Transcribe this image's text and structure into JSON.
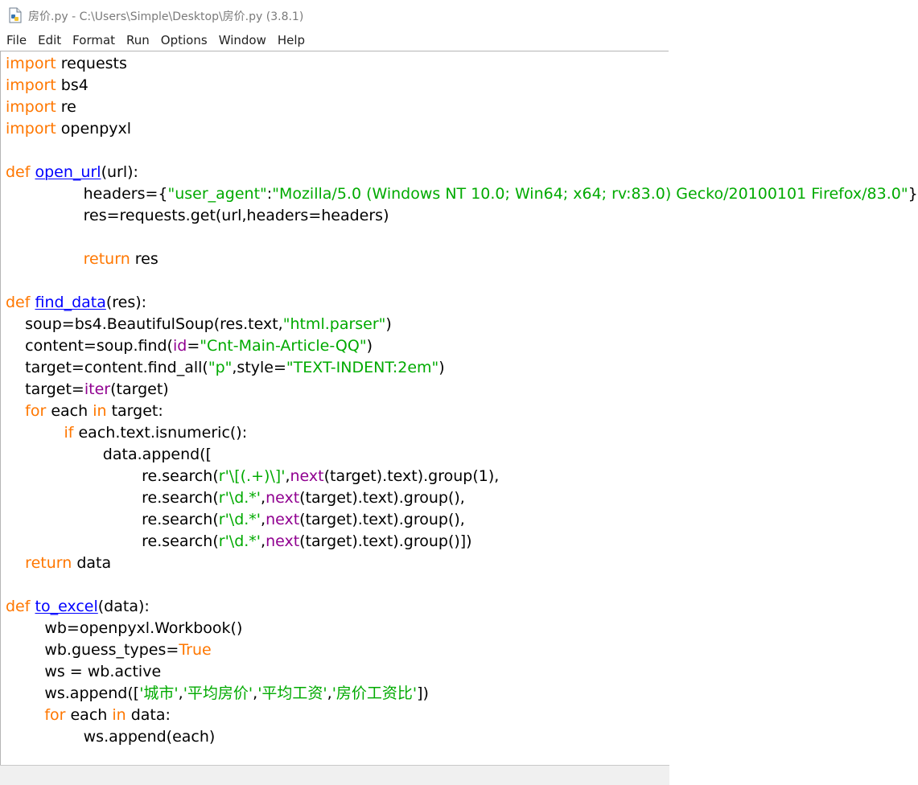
{
  "window": {
    "title": "房价.py - C:\\Users\\Simple\\Desktop\\房价.py (3.8.1)"
  },
  "menu": [
    "File",
    "Edit",
    "Format",
    "Run",
    "Options",
    "Window",
    "Help"
  ],
  "colors": {
    "keyword": "#ff7700",
    "definition": "#0000ff",
    "string": "#00aa00",
    "builtin": "#900090",
    "default": "#000000"
  },
  "code": [
    [
      [
        "kw",
        "import"
      ],
      [
        "t",
        " requests"
      ]
    ],
    [
      [
        "kw",
        "import"
      ],
      [
        "t",
        " bs4"
      ]
    ],
    [
      [
        "kw",
        "import"
      ],
      [
        "t",
        " re"
      ]
    ],
    [
      [
        "kw",
        "import"
      ],
      [
        "t",
        " openpyxl"
      ]
    ],
    [],
    [
      [
        "kw",
        "def"
      ],
      [
        "t",
        " "
      ],
      [
        "fn",
        "open_url"
      ],
      [
        "t",
        "(url):"
      ]
    ],
    [
      [
        "t",
        "                headers={"
      ],
      [
        "str",
        "\"user_agent\""
      ],
      [
        "t",
        ":"
      ],
      [
        "str",
        "\"Mozilla/5.0 (Windows NT 10.0; Win64; x64; rv:83.0) Gecko/20100101 Firefox/83.0\""
      ],
      [
        "t",
        "}"
      ]
    ],
    [
      [
        "t",
        "                res=requests.get(url,headers=headers)"
      ]
    ],
    [],
    [
      [
        "t",
        "                "
      ],
      [
        "kw",
        "return"
      ],
      [
        "t",
        " res"
      ]
    ],
    [],
    [
      [
        "kw",
        "def"
      ],
      [
        "t",
        " "
      ],
      [
        "fn",
        "find_data"
      ],
      [
        "t",
        "(res):"
      ]
    ],
    [
      [
        "t",
        "    soup=bs4.BeautifulSoup(res.text,"
      ],
      [
        "str",
        "\"html.parser\""
      ],
      [
        "t",
        ")"
      ]
    ],
    [
      [
        "t",
        "    content=soup.find("
      ],
      [
        "bi",
        "id"
      ],
      [
        "t",
        "="
      ],
      [
        "str",
        "\"Cnt-Main-Article-QQ\""
      ],
      [
        "t",
        ")"
      ]
    ],
    [
      [
        "t",
        "    target=content.find_all("
      ],
      [
        "str",
        "\"p\""
      ],
      [
        "t",
        ",style="
      ],
      [
        "str",
        "\"TEXT-INDENT:2em\""
      ],
      [
        "t",
        ")"
      ]
    ],
    [
      [
        "t",
        "    target="
      ],
      [
        "bi",
        "iter"
      ],
      [
        "t",
        "(target)"
      ]
    ],
    [
      [
        "t",
        "    "
      ],
      [
        "kw",
        "for"
      ],
      [
        "t",
        " each "
      ],
      [
        "kw",
        "in"
      ],
      [
        "t",
        " target:"
      ]
    ],
    [
      [
        "t",
        "            "
      ],
      [
        "kw",
        "if"
      ],
      [
        "t",
        " each.text.isnumeric():"
      ]
    ],
    [
      [
        "t",
        "                    data.append(["
      ]
    ],
    [
      [
        "t",
        "                            re.search("
      ],
      [
        "str",
        "r'\\[(.+)\\]'"
      ],
      [
        "t",
        ","
      ],
      [
        "bi",
        "next"
      ],
      [
        "t",
        "(target).text).group(1),"
      ]
    ],
    [
      [
        "t",
        "                            re.search("
      ],
      [
        "str",
        "r'\\d.*'"
      ],
      [
        "t",
        ","
      ],
      [
        "bi",
        "next"
      ],
      [
        "t",
        "(target).text).group(),"
      ]
    ],
    [
      [
        "t",
        "                            re.search("
      ],
      [
        "str",
        "r'\\d.*'"
      ],
      [
        "t",
        ","
      ],
      [
        "bi",
        "next"
      ],
      [
        "t",
        "(target).text).group(),"
      ]
    ],
    [
      [
        "t",
        "                            re.search("
      ],
      [
        "str",
        "r'\\d.*'"
      ],
      [
        "t",
        ","
      ],
      [
        "bi",
        "next"
      ],
      [
        "t",
        "(target).text).group()])"
      ]
    ],
    [
      [
        "t",
        "    "
      ],
      [
        "kw",
        "return"
      ],
      [
        "t",
        " data"
      ]
    ],
    [],
    [
      [
        "kw",
        "def"
      ],
      [
        "t",
        " "
      ],
      [
        "fn",
        "to_excel"
      ],
      [
        "t",
        "(data):"
      ]
    ],
    [
      [
        "t",
        "        wb=openpyxl.Workbook()"
      ]
    ],
    [
      [
        "t",
        "        wb.guess_types="
      ],
      [
        "kw",
        "True"
      ]
    ],
    [
      [
        "t",
        "        ws = wb.active"
      ]
    ],
    [
      [
        "t",
        "        ws.append(["
      ],
      [
        "str",
        "'城市'"
      ],
      [
        "t",
        ","
      ],
      [
        "str",
        "'平均房价'"
      ],
      [
        "t",
        ","
      ],
      [
        "str",
        "'平均工资'"
      ],
      [
        "t",
        ","
      ],
      [
        "str",
        "'房价工资比'"
      ],
      [
        "t",
        "])"
      ]
    ],
    [
      [
        "t",
        "        "
      ],
      [
        "kw",
        "for"
      ],
      [
        "t",
        " each "
      ],
      [
        "kw",
        "in"
      ],
      [
        "t",
        " data:"
      ]
    ],
    [
      [
        "t",
        "                ws.append(each)"
      ]
    ]
  ]
}
